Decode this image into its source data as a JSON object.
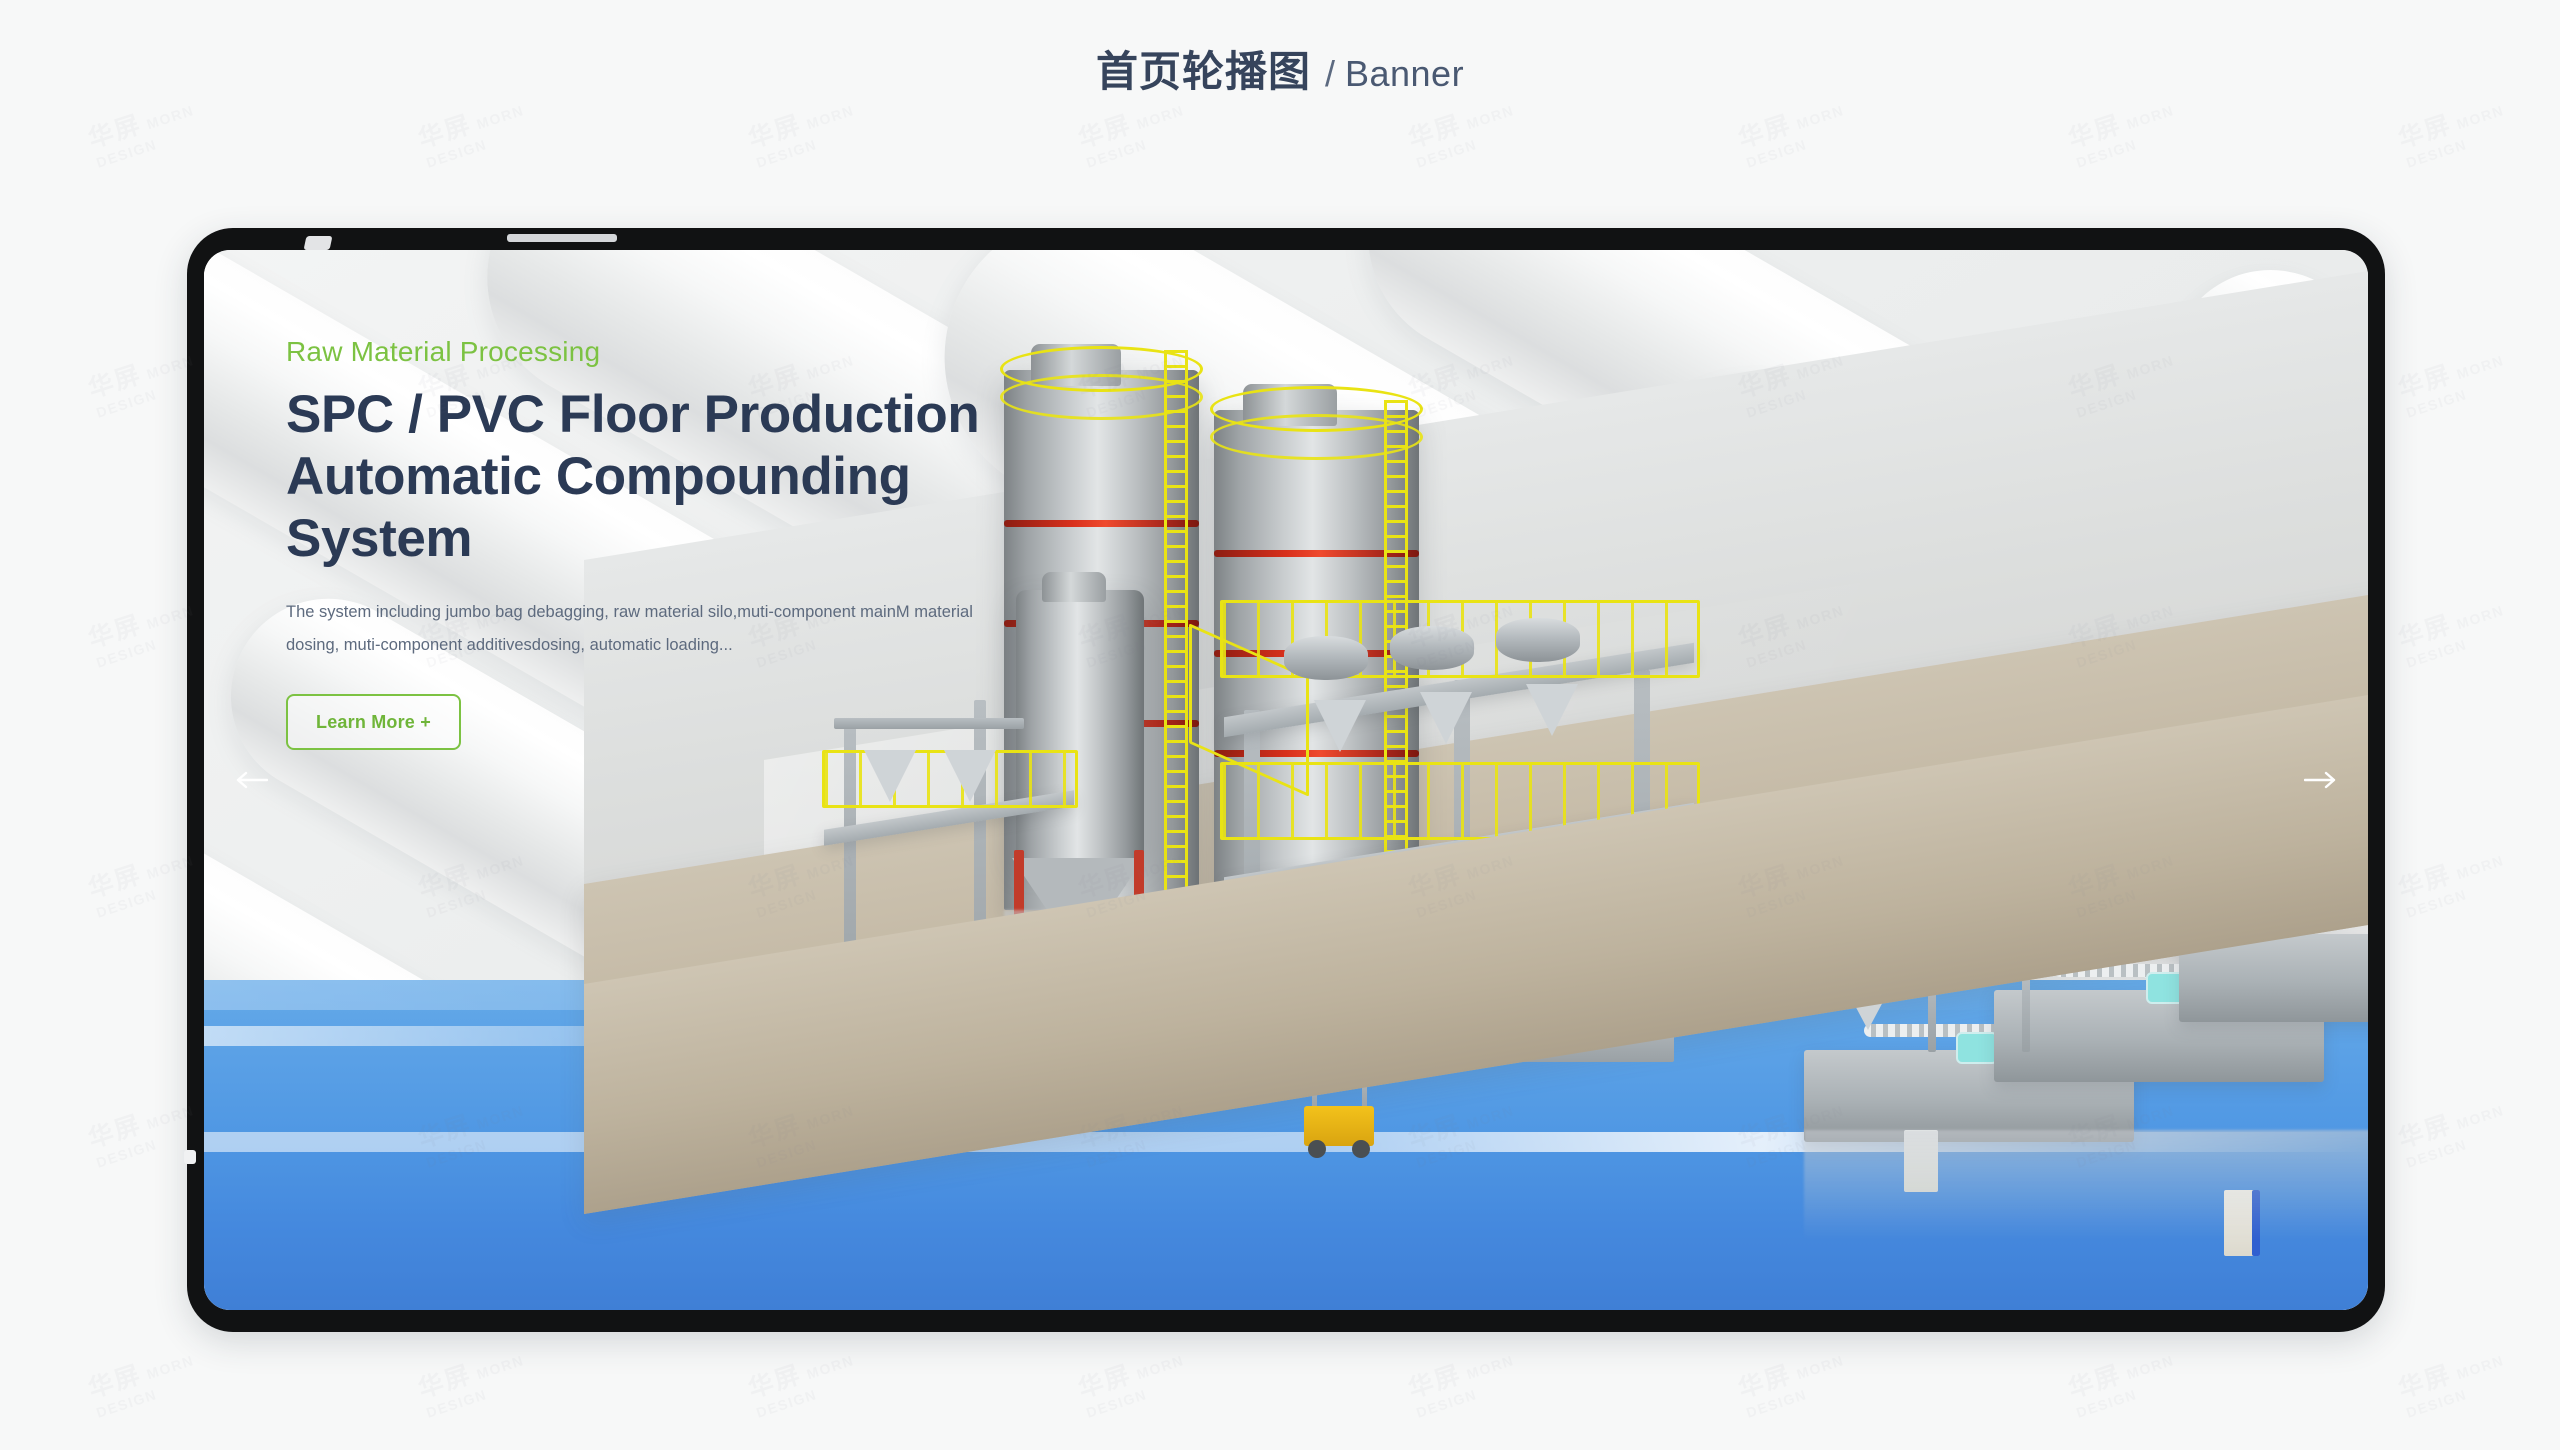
{
  "page": {
    "background_color": "#f7f8f8",
    "title_cn": "首页轮播图",
    "title_separator": "/",
    "title_en": "Banner"
  },
  "watermark": {
    "text_cn": "华屏",
    "text_en_line1": "MORN",
    "text_en_line2": "DESIGN"
  },
  "device": {
    "frame_color": "#111213",
    "type": "tablet-mockup"
  },
  "banner": {
    "eyebrow": "Raw Material Processing",
    "headline_line1": "SPC / PVC Floor Production",
    "headline_line2": "Automatic Compounding System",
    "blurb": "The system including jumbo bag debagging, raw material silo,muti-component mainM material dosing, muti-component additivesdosing, automatic loading...",
    "cta_label": "Learn More +",
    "colors": {
      "accent_green": "#7cc242",
      "headline_navy": "#2b3a55",
      "body_gray": "#5d6a7e",
      "band_blue": "#4f97e3"
    },
    "nav": {
      "prev_label": "Previous slide",
      "next_label": "Next slide"
    },
    "background_subject": "white PVC pipes",
    "foreground_subject": "3D rendered SPC/PVC compounding plant with silos, gantry, extruders"
  }
}
